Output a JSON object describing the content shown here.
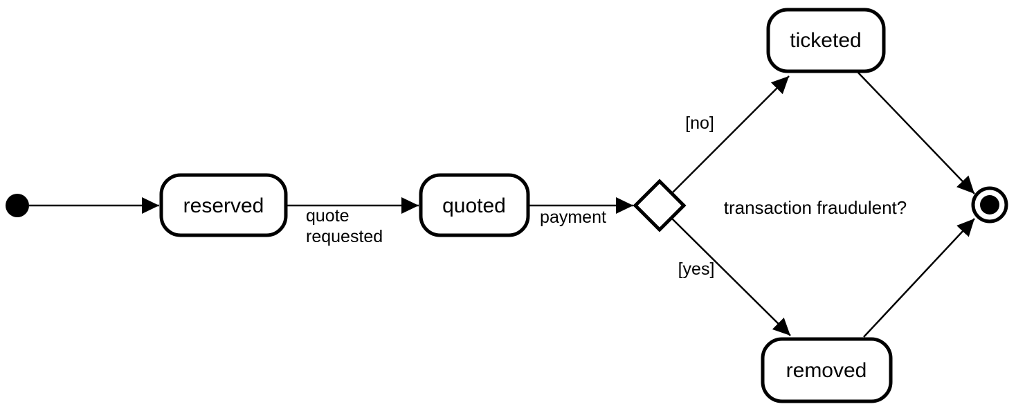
{
  "diagram": {
    "type": "uml-state-diagram",
    "colors": {
      "line": "#000000",
      "shape_fill": "#ffffff",
      "text": "#000000",
      "background": "#ffffff"
    },
    "nodes": [
      {
        "id": "initial",
        "type": "initial-state",
        "label": ""
      },
      {
        "id": "reserved",
        "type": "state",
        "label": "reserved"
      },
      {
        "id": "quoted",
        "type": "state",
        "label": "quoted"
      },
      {
        "id": "decision",
        "type": "choice",
        "label": ""
      },
      {
        "id": "ticketed",
        "type": "state",
        "label": "ticketed"
      },
      {
        "id": "removed",
        "type": "state",
        "label": "removed"
      },
      {
        "id": "final",
        "type": "final-state",
        "label": ""
      }
    ],
    "edges": [
      {
        "from": "initial",
        "to": "reserved",
        "label": ""
      },
      {
        "from": "reserved",
        "to": "quoted",
        "label": "quote requested",
        "label_lines": [
          "quote",
          "requested"
        ]
      },
      {
        "from": "quoted",
        "to": "decision",
        "label": "payment"
      },
      {
        "from": "decision",
        "to": "ticketed",
        "label": "[no]"
      },
      {
        "from": "decision",
        "to": "removed",
        "label": "[yes]"
      },
      {
        "from": "ticketed",
        "to": "final",
        "label": ""
      },
      {
        "from": "removed",
        "to": "final",
        "label": ""
      }
    ],
    "annotation": "transaction fraudulent?"
  }
}
